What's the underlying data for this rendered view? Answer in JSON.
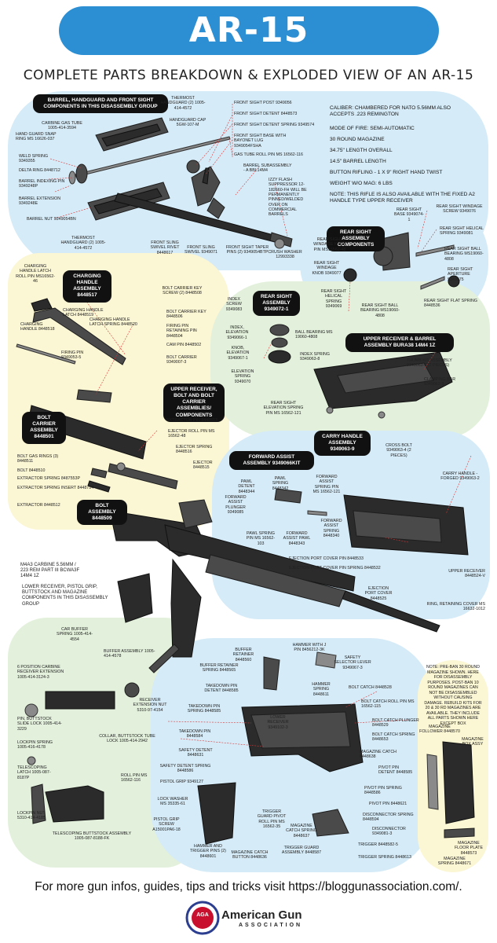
{
  "title": "AR-15 BREAKDOWN",
  "subtitle": "COMPLETE PARTS BREAKDOWN & EXPLODED VIEW OF AN AR-15",
  "groups": {
    "barrel": "BARREL, HANDGUARD AND FRONT SIGHT COMPONENTS IN THIS DISASSEMBLY GROUP",
    "rear_sight_components": "REAR SIGHT ASSEMBLY COMPONENTS",
    "charging_handle": "CHARGING HANDLE ASSEMBLY 8448517",
    "rear_sight_assembly": "REAR SIGHT ASSEMBLY 9349072-1",
    "upper_receiver_bolt": "UPPER RECEIVER, BOLT AND BOLT CARRIER ASSEMBLIES/ COMPONENTS",
    "upper_receiver_barrel": "UPPER RECEIVER & BARREL ASSEMBLY BURA38 14M4 1Z",
    "bolt_carrier": "BOLT CARRIER ASSEMBLY 8448501",
    "carry_handle": "CARRY HANDLE ASSEMBLY 9349063-9",
    "forward_assist": "FORWARD ASSIST ASSEMBLY 9349066KIT",
    "bolt_assembly": "BOLT ASSEMBLY 8448509"
  },
  "specs": [
    "CALIBER: CHAMBERED FOR NATO 5.56MM ALSO ACCEPTS .223 REMINGTON",
    "MODE OF FIRE: SEMI-AUTOMATIC",
    "30 ROUND MAGAZINE",
    "34.75\" LENGTH OVERALL",
    "14.5\" BARREL LENGTH",
    "BUTTON RIFLING - 1 X 9\" RIGHT HAND TWIST",
    "WEIGHT W/O MAG: 6 LBS",
    "NOTE: THIS RIFLE IS ALSO AVAILABLE WITH THE FIXED A2 HANDLE TYPE UPPER RECEIVER"
  ],
  "carbine_label": "M4A3 CARBINE 5.56MM / 223 REM PART III BCWA3F 14M4 1Z",
  "lower_group": "LOWER RECEIVER, PISTOL GRIP, BUTTSTOCK AND MAGAZINE COMPONENTS IN THIS DISASSEMBLY GROUP",
  "magazine_note": "NOTE: PRE-BAN 30 ROUND MAGAZINE SHOWN. HERE FOR DISASSEMBLY PURPOSES. POST-BAN 10 ROUND MAGAZINES CAN NOT BE DISASSEMBLED WITHOUT CAUSING DAMAGE. REBUILD KITS FOR 20 & 30 RD MAGAZINES ARE AVAILABLE. THEY INCLUDE ALL PARTS SHOWN HERE EXCEPT BOX",
  "parts": {
    "thermost_handguard_top": "THERMOST HANDGUARD (2) 1005-414-4572",
    "handguard_cap": "HANDGUARD CAP 5GW-107-M",
    "carbine_gas_tube": "CARBINE GAS TUBE 1005-414-3594",
    "hand_guard_snap_ring": "HAND GUARD SNAP RING MS 16626-037",
    "weld_spring": "WELD SPRING 9349355",
    "delta_ring": "DELTA RING 8448712",
    "barrel_indexing_pin": "BARREL INDEXING PIN 9349248P",
    "barrel_extension": "BARREL EXTENSION 9349248E",
    "barrel_nut": "BARREL NUT 9349054BN",
    "thermost_handguard_bottom": "THERMOST HANDGUARD (2) 1005-414-4572",
    "front_sight_post": "FRONT SIGHT POST 9349056",
    "front_sight_detent": "FRONT SIGHT DETENT 8448573",
    "front_sight_detent_spring": "FRONT SIGHT DETENT SPRING 9349574",
    "front_sight_base": "FRONT SIGHT BASE WITH BAYONET LUG 9349054FSHA",
    "gas_tube_roll_pin": "GAS TUBE ROLL PIN MS 16562-116",
    "barrel_subassembly": "BARREL SUBASSEMBLY - A BBL14M4",
    "flash_suppressor": "IZZY FLASH SUPPRESSOR 12-182660-FH WILL BE PERMANENTLY PINNED/WELDED OVER ON COMMERCIAL BARRELS",
    "crush_washer": "CRUSH WASHER 12993338",
    "front_sling_swivel_rivet": "FRONT SLING SWIVEL RIVET 8448617",
    "front_sling_swivel": "FRONT SLING SWIVEL 9349071",
    "front_sight_taper_pins": "FRONT SIGHT TAPER PINS (2) 9349054BTP",
    "rear_sight_windage_screw": "REAR SIGHT WINDAGE SCREW 9349076",
    "rear_sight_base": "REAR SIGHT BASE 9349074-1",
    "rear_sight_helical_spring": "REAR SIGHT HELICAL SPRING 9349081",
    "rear_sight_windage_knob_pin": "REAR SIGHT WINDAGE KNOB PIN MS16562-48",
    "rear_sight_ball_bearing": "REAR SIGHT BALL BEARING MS19060-4808",
    "rear_sight_windage_knob": "REAR SIGHT WINDAGE KNOB 9349077",
    "rear_sight_aperture": "REAR SIGHT APERTURE 9349075",
    "rear_sight_helical_spring_2": "REAR SIGHT HELICAL SPRING 9349069",
    "rear_sight_ball_bearing_2": "REAR SIGHT BALL BEARING MS19060-4808",
    "rear_sight_flat_spring": "REAR SIGHT FLAT SPRING 8448536",
    "charging_handle_latch_roll_pin": "CHARGING HANDLE LATCH ROLL PIN MS16562-46",
    "charging_handle_latch": "CHARGING HANDLE LATCH 8448519",
    "charging_handle_latch_spring": "CHARGING HANDLE LATCH SPRING 8448520",
    "charging_handle": "CHARGING HANDLE 8448518",
    "firing_pin": "FIRING PIN 9349053-5",
    "bolt_carrier_key_screw": "BOLT CARRIER KEY SCREW (2) 8448508",
    "bolt_carrier_key": "BOLT CARRIER KEY 8448506",
    "firing_pin_retaining_pin": "FIRING PIN RETAINING PIN 8448504",
    "cam_pin": "CAM PIN 8448502",
    "bolt_carrier": "BOLT CARRIER 9349007-3",
    "extractor_pin": "EXTRACTOR PIN 8448513",
    "ejector_roll_pin": "EJECTOR ROLL PIN MS 16562-48",
    "ejector_spring": "EJECTOR SPRING 8448516",
    "ejector": "EJECTOR 8448515",
    "bolt_gas_rings": "BOLT GAS RINGS (3) 8448511",
    "bolt": "BOLT 8448510",
    "extractor_spring": "EXTRACTOR SPRING 8487553P",
    "extractor_spring_insert": "EXTRACTOR SPRING INSERT 8448754",
    "extractor": "EXTRACTOR 8448512",
    "index_screw": "INDEX SCREW 9349083",
    "index_elevation": "INDEX, ELEVATION 9349066-1",
    "knob_elevation": "KNOB, ELEVATION 9349067-1",
    "elevation_spring": "ELEVATION SPRING 9349070",
    "ball_bearing": "BALL BEARING MS 19060-4808",
    "index_spring": "INDEX SPRING 9349063-8",
    "rear_sight_elevation_spring_pin": "REAR SIGHT ELEVATION SPRING PIN MS 16562-121",
    "thumb_kit_assembly": "THUMB KIT ASSEMBLY 9349063-7 (2 PIECES)",
    "clamping_bar": "CLAMPING BAR 9349063-3",
    "cross_bolt": "CROSS BOLT 9349063-4 (2 PIECES)",
    "carry_handle_forged": "CARRY HANDLE - FORGED 9349063-2",
    "pawl_detent": "PAWL DETENT 8448344",
    "pawl_spring": "PAWL SPRING 8448342",
    "forward_assist_spring_pin": "FORWARD ASSIST SPRING PIN MS 16562-121",
    "forward_assist_plunger": "FORWARD ASSIST PLUNGER 9349085",
    "pawl_spring_pin": "PAWL SPRING PIN MS 16562-103",
    "forward_assist_pawl": "FORWARD ASSIST PAWL 8448343",
    "forward_assist_spring": "FORWARD ASSIST SPRING 8448340",
    "ejection_port_cover_pin": "EJECTION PORT COVER PIN 8448533",
    "ejection_port_cover_pin_spring": "EJECTION PORT COVER PIN SPRING 8448532",
    "ejection_port_cover": "EJECTION PORT COVER 8448525",
    "upper_receiver": "UPPER RECEIVER 8448524-V",
    "ring_retaining_cover": "RING, RETAINING COVER MS 16632-1012",
    "car_buffer_spring": "CAR BUFFER SPRING 1005-414-4554",
    "buffer_assembly": "BUFFER ASSEMBLY 1005-414-4578",
    "receiver_extension": "6 POSITION CARBINE RECEIVER EXTENSION 1005-414-3124-3",
    "receiver_extension_nut": "RECEIVER EXTENSION NUT 5310-97-4154",
    "pin_buttstock_slide_lock": "PIN, BUTTSTOCK SLIDE LOCK 1005-414-3229",
    "lockpin_spring": "LOCKPIN SPRING 1005-416-4178",
    "collar_buttstock_tube_lock": "COLLAR, BUTTSTOCK TUBE LOCK 1005-414-2942",
    "telescoping_latch": "TELESCOPING LATCH 1005-087-8187P",
    "roll_pin": "ROLL PIN MS 16562-116",
    "lockpin_nut": "LOCKPIN NUT 5310-414-4185",
    "telescoping_buttstock": "TELESCOPING BUTTSTOCK ASSEMBLY 1005-087-8188-FK",
    "buffer_retainer": "BUFFER RETAINER 8448560",
    "buffer_retainer_spring": "BUFFER RETAINER SPRING 8448565",
    "hammer_with_j_pin": "HAMMER WITH J PIN 8456212-3K",
    "safety_selector_lever": "SAFETY SELECTOR LEVER 9349067-3",
    "takedown_pin_detent": "TAKEDOWN PIN DETENT 8448585",
    "hammer_spring": "HAMMER SPRING 8448611",
    "bolt_catch": "BOLT CATCH 8448528",
    "takedown_pin_spring": "TAKEDOWN PIN SPRING 8448585",
    "lower_receiver": "LOWER RECEIVER 9349102-3",
    "bolt_catch_roll_pin": "BOLT CATCH ROLL PIN MS 16562-115",
    "bolt_catch_plunger": "BOLT CATCH PLUNGER 8448529",
    "takedown_pin": "TAKEDOWN PIN 8448584",
    "bolt_catch_spring": "BOLT CATCH SPRING 8448653",
    "safety_detent": "SAFETY DETENT 8448631",
    "magazine_catch": "MAGAZINE CATCH 8448638",
    "safety_detent_spring": "SAFETY DETENT SPRING 8448586",
    "pivot_pin_detent": "PIVOT PIN DETENT 8448585",
    "pistol_grip": "PISTOL GRIP 9349127",
    "pivot_pin_spring": "PIVOT PIN SPRING 8448586",
    "lock_washer": "LOCK WASHER MS 35335-61",
    "pivot_pin": "PIVOT PIN 8448621",
    "trigger_guard_roll_pin": "TRIGGER GUARD PIVOT ROLL PIN MS 16562-35",
    "disconnector_spring": "DISCONNECTOR SPRING 8448594",
    "pistol_grip_screw": "PISTOL GRIP SCREW A15001PA6-18",
    "magazine_catch_spring": "MAGAZINE CATCH SPRING 8448637",
    "disconnector": "DISCONNECTOR 9349081-3",
    "hammer_trigger_pins": "HAMMER AND TRIGGER PINS (2) 8448601",
    "trigger_guard_assembly": "TRIGGER GUARD ASSEMBLY 8448587",
    "trigger": "TRIGGER 8448582-5",
    "magazine_catch_button": "MAGAZINE CATCH BUTTON 8448636",
    "trigger_spring": "TRIGGER SPRING 8448613",
    "magazine_follower": "MAGAZINE FOLLOWER 8448570",
    "magazine_box_assy": "MAGAZINE BOX ASSY",
    "magazine_floor_plate": "MAGAZINE FLOOR PLATE 8448573",
    "magazine_spring": "MAGAZINE SPRING 8448671"
  },
  "footer": "For more gun infos, guides, tips and tricks visit https://bloggunassociation.com/.",
  "logo": {
    "badge": "AGA",
    "name": "American Gun",
    "sub": "ASSOCIATION"
  },
  "colors": {
    "title_blue": "#2c8fd3",
    "region_blue": "#d5ebf7",
    "region_yellow": "#fbf6d3",
    "region_green": "#e3f1dc",
    "leader_red": "#dd3333"
  }
}
